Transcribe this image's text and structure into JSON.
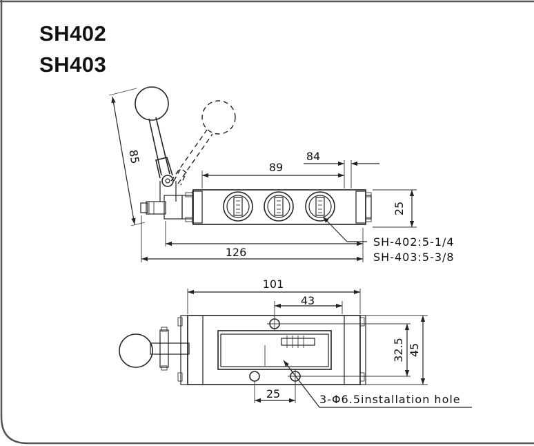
{
  "models": [
    "SH402",
    "SH403"
  ],
  "side_view": {
    "dims": {
      "lever_travel": "85",
      "body_length": "89",
      "end_cap": "84",
      "height": "25",
      "overall_length": "126"
    },
    "port_notes": [
      "SH-402:5-1/4",
      "SH-403:5-3/8"
    ]
  },
  "top_view": {
    "dims": {
      "body_length": "101",
      "port_offset": "43",
      "hole_spacing_v": "32.5",
      "height": "45",
      "hole_spacing_h": "25"
    },
    "hole_note": "3-Φ6.5installation hole"
  },
  "colors": {
    "line": "#222222",
    "background": "#ffffff",
    "frame": "#555555"
  }
}
